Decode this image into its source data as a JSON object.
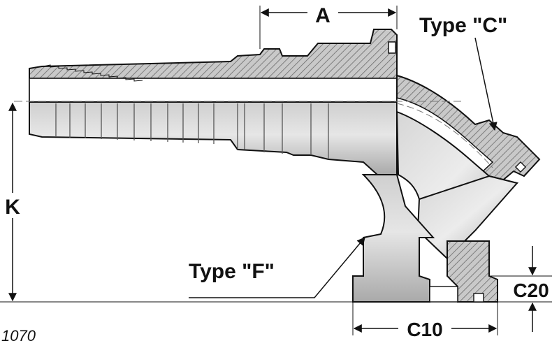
{
  "drawing": {
    "dimensions": {
      "a_label": "A",
      "k_label": "K",
      "c10_label": "C10",
      "c20_label": "C20"
    },
    "callouts": {
      "type_c": "Type \"C\"",
      "type_f": "Type \"F\""
    },
    "figure_code": "1070"
  }
}
